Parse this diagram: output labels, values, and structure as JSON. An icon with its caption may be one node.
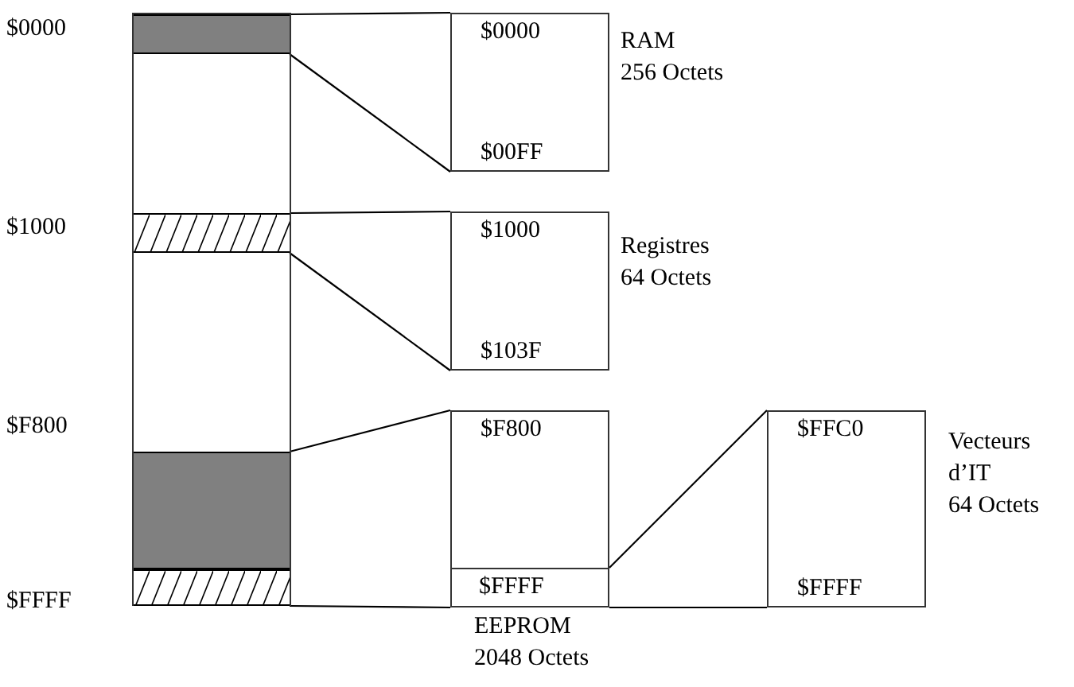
{
  "diagram": {
    "nodes": [
      {
        "text": [],
        "shape": "box"
      },
      {
        "text": [],
        "shape": "bar",
        "in": 0
      },
      {
        "text": [],
        "shape": "bar",
        "in": 0
      },
      {
        "text": [],
        "shape": "bar",
        "in": 0
      },
      {
        "text": [],
        "shape": "bar",
        "in": 0
      },
      {
        "text": [
          "$0000",
          "$00FF"
        ],
        "beside": [
          "RAM",
          "256 Octets"
        ]
      },
      {
        "text": [
          "$1000",
          "$103F"
        ],
        "beside": [
          "Registres",
          "64 Octets"
        ]
      },
      {
        "text": [
          "$F800"
        ],
        "beside": [
          "EEPROM",
          "2048 Octets"
        ]
      },
      {
        "text": [
          "$FFFF"
        ],
        "in": 7
      },
      {
        "text": [
          "$FFC0",
          "$FFFF"
        ],
        "beside": [
          "Vecteurs",
          "d’IT",
          "64 Octets"
        ]
      }
    ],
    "edges": [
      {
        "from": 1,
        "to": 5,
        "arrow": "none"
      },
      {
        "from": 1,
        "to": 5,
        "arrow": "none"
      },
      {
        "from": 2,
        "to": 6,
        "arrow": "none"
      },
      {
        "from": 2,
        "to": 6,
        "arrow": "none"
      },
      {
        "from": 3,
        "to": 7,
        "arrow": "none"
      },
      {
        "from": 4,
        "to": 7,
        "arrow": "none"
      },
      {
        "from": 8,
        "to": 9,
        "arrow": "none"
      },
      {
        "from": 8,
        "to": 9,
        "arrow": "none"
      }
    ],
    "labels": [
      "$0000",
      "$1000",
      "$F800",
      "$FFFF"
    ]
  }
}
